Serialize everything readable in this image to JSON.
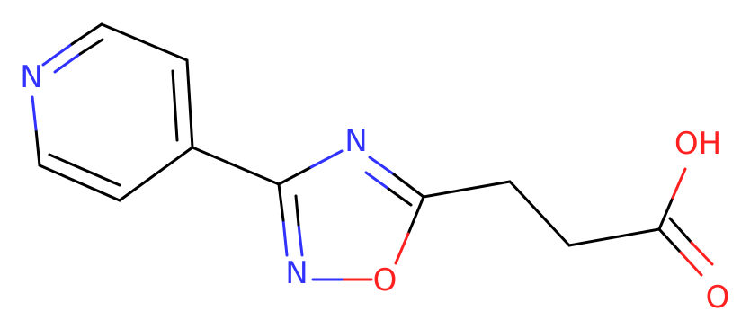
{
  "atoms": {
    "pyridine_n": "N",
    "oxadiazole_n4": "N",
    "oxadiazole_n2": "N",
    "oxadiazole_o1": "O",
    "hydroxyl": "OH",
    "carbonyl_o": "O"
  },
  "colors": {
    "nitrogen": "#3232ff",
    "oxygen": "#ff2020",
    "carbon_bond": "#000000",
    "background": "#ffffff"
  }
}
